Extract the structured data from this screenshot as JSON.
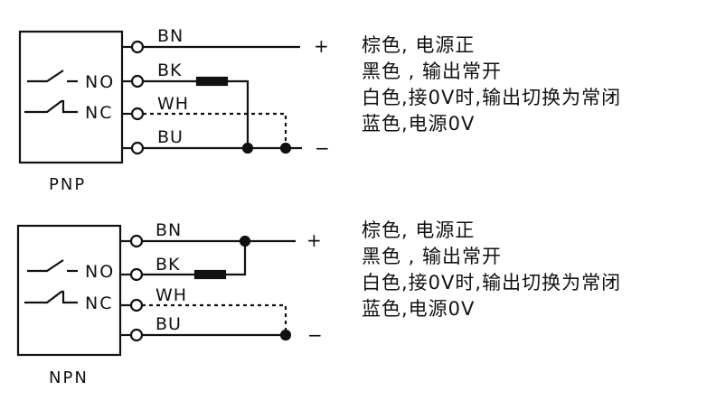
{
  "diagrams": [
    {
      "type_label": "PNP",
      "switch_labels": {
        "no": "NO",
        "nc": "NC"
      },
      "wires": [
        {
          "code": "BN",
          "line": "solid"
        },
        {
          "code": "BK",
          "line": "solid",
          "load": true
        },
        {
          "code": "WH",
          "line": "dashed"
        },
        {
          "code": "BU",
          "line": "solid"
        }
      ],
      "supply": {
        "positive": "+",
        "negative": "−"
      },
      "descriptions": [
        "棕色, 电源正",
        "黑色 , 输出常开",
        "白色,接0V时,输出切换为常闭",
        "蓝色,电源0V"
      ]
    },
    {
      "type_label": "NPN",
      "switch_labels": {
        "no": "NO",
        "nc": "NC"
      },
      "wires": [
        {
          "code": "BN",
          "line": "solid"
        },
        {
          "code": "BK",
          "line": "solid",
          "load": true
        },
        {
          "code": "WH",
          "line": "dashed"
        },
        {
          "code": "BU",
          "line": "solid"
        }
      ],
      "supply": {
        "positive": "+",
        "negative": "−"
      },
      "descriptions": [
        "棕色, 电源正",
        "黑色 , 输出常开",
        "白色,接0V时,输出切换为常闭",
        "蓝色,电源0V"
      ]
    }
  ]
}
